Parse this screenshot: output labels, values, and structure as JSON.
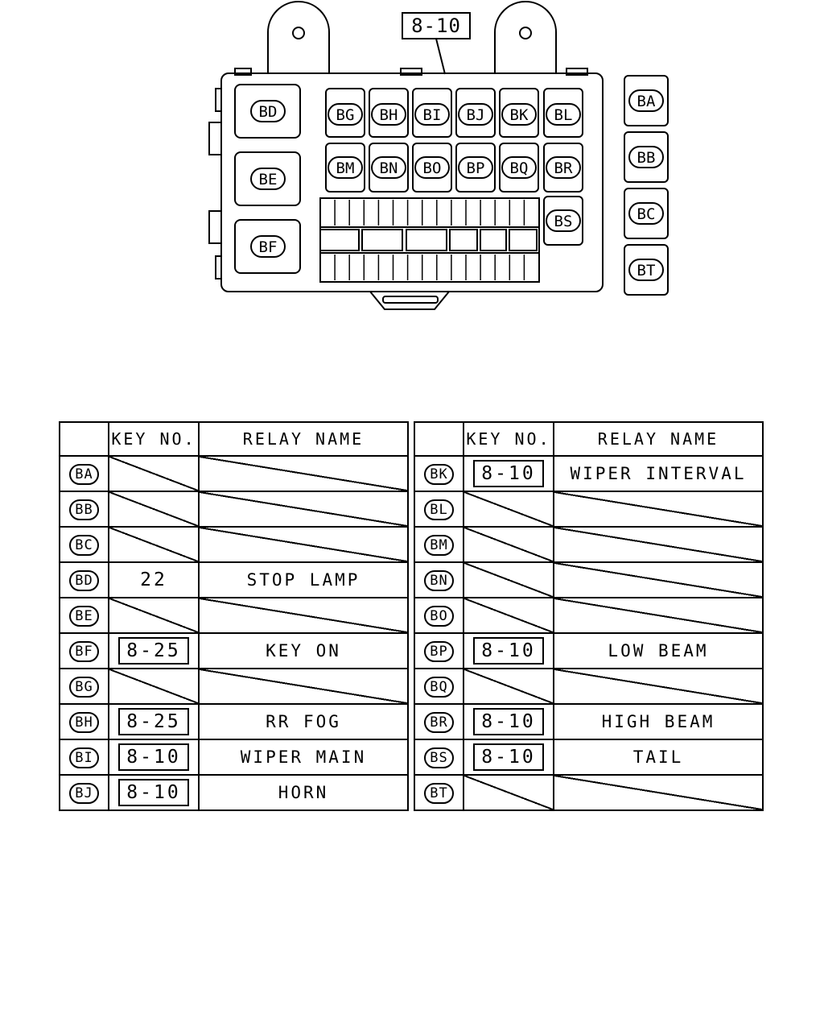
{
  "diagram": {
    "callout": "8-10",
    "box_relays": {
      "bd": "BD",
      "be": "BE",
      "bf": "BF",
      "bg": "BG",
      "bh": "BH",
      "bi": "BI",
      "bj": "BJ",
      "bk": "BK",
      "bl": "BL",
      "bm": "BM",
      "bn": "BN",
      "bo": "BO",
      "bp": "BP",
      "bq": "BQ",
      "br": "BR",
      "bs": "BS"
    },
    "side_relays": {
      "ba": "BA",
      "bb": "BB",
      "bc": "BC",
      "bt": "BT"
    }
  },
  "tables": {
    "headers": {
      "key": "KEY NO.",
      "name": "RELAY NAME"
    },
    "left": [
      {
        "code": "BA",
        "key": "",
        "name": "",
        "boxed": false
      },
      {
        "code": "BB",
        "key": "",
        "name": "",
        "boxed": false
      },
      {
        "code": "BC",
        "key": "",
        "name": "",
        "boxed": false
      },
      {
        "code": "BD",
        "key": "22",
        "name": "STOP LAMP",
        "boxed": false
      },
      {
        "code": "BE",
        "key": "",
        "name": "",
        "boxed": false
      },
      {
        "code": "BF",
        "key": "8-25",
        "name": "KEY ON",
        "boxed": true
      },
      {
        "code": "BG",
        "key": "",
        "name": "",
        "boxed": false
      },
      {
        "code": "BH",
        "key": "8-25",
        "name": "RR FOG",
        "boxed": true
      },
      {
        "code": "BI",
        "key": "8-10",
        "name": "WIPER MAIN",
        "boxed": true
      },
      {
        "code": "BJ",
        "key": "8-10",
        "name": "HORN",
        "boxed": true
      }
    ],
    "right": [
      {
        "code": "BK",
        "key": "8-10",
        "name": "WIPER INTERVAL",
        "boxed": true
      },
      {
        "code": "BL",
        "key": "",
        "name": "",
        "boxed": false
      },
      {
        "code": "BM",
        "key": "",
        "name": "",
        "boxed": false
      },
      {
        "code": "BN",
        "key": "",
        "name": "",
        "boxed": false
      },
      {
        "code": "BO",
        "key": "",
        "name": "",
        "boxed": false
      },
      {
        "code": "BP",
        "key": "8-10",
        "name": "LOW BEAM",
        "boxed": true
      },
      {
        "code": "BQ",
        "key": "",
        "name": "",
        "boxed": false
      },
      {
        "code": "BR",
        "key": "8-10",
        "name": "HIGH BEAM",
        "boxed": true
      },
      {
        "code": "BS",
        "key": "8-10",
        "name": "TAIL",
        "boxed": true
      },
      {
        "code": "BT",
        "key": "",
        "name": "",
        "boxed": false
      }
    ]
  }
}
